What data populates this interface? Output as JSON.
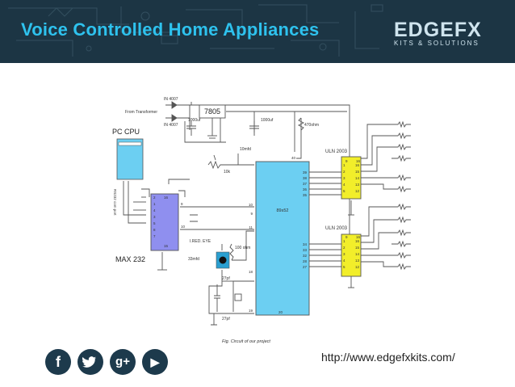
{
  "header": {
    "title": "Voice Controlled Home Appliances",
    "logo_brand": "EDGEFX",
    "logo_tagline": "KITS & SOLUTIONS",
    "background": "#1c3544",
    "title_color": "#2ec2ee"
  },
  "diagram": {
    "labels": {
      "diode1": "IN 4007",
      "from_transformer": "From Transformer",
      "diode2": "IN 4007",
      "regulator": "7805",
      "cap1": "1000uf",
      "cap2": "1000uf",
      "res470": "470ohm",
      "pc_cpu": "PC CPU",
      "rs232_port": "RS232 com port",
      "pot": "10k",
      "res10m": "10mfd",
      "mcu": "89s52",
      "uln1": "ULN 2003",
      "uln2": "ULN 2003",
      "max232": "MAX 232",
      "ired_eye": "I.RED. EYE",
      "res100": "100 ohm",
      "cap33": "33mfd",
      "crystal_cap1": "27pf",
      "crystal_cap2": "27pf",
      "caption": "Fig. Circuit of our project"
    },
    "pin_numbers": {
      "mcu_top": "40",
      "mcu_uln1": [
        "39",
        "38",
        "37",
        "36",
        "35"
      ],
      "mcu_uln2": [
        "34",
        "33",
        "32",
        "28",
        "27"
      ],
      "mcu_left": [
        "10",
        "11",
        "9",
        "18",
        "19"
      ],
      "mcu_bottom": "20",
      "max_pins": [
        "16",
        "2",
        "1",
        "4",
        "3",
        "5",
        "8",
        "7",
        "15"
      ],
      "max_side": [
        "9",
        "10"
      ],
      "uln_in": [
        "1",
        "2",
        "3",
        "4",
        "5"
      ],
      "uln_out": [
        "16",
        "15",
        "14",
        "13",
        "12"
      ],
      "uln_top": [
        "9",
        "16"
      ]
    },
    "colors": {
      "pc_cpu": "#6ccff2",
      "mcu": "#6ccff2",
      "max232": "#8f8fef",
      "uln": "#f2ee2a",
      "ir_eye": "#2a9fd0"
    }
  },
  "footer": {
    "social": [
      {
        "icon": "facebook-icon",
        "glyph": "f"
      },
      {
        "icon": "twitter-icon",
        "glyph": "t"
      },
      {
        "icon": "google-plus-icon",
        "glyph": "g+"
      },
      {
        "icon": "play-icon",
        "glyph": "▶"
      }
    ],
    "url": "http://www.edgefxkits.com/"
  }
}
